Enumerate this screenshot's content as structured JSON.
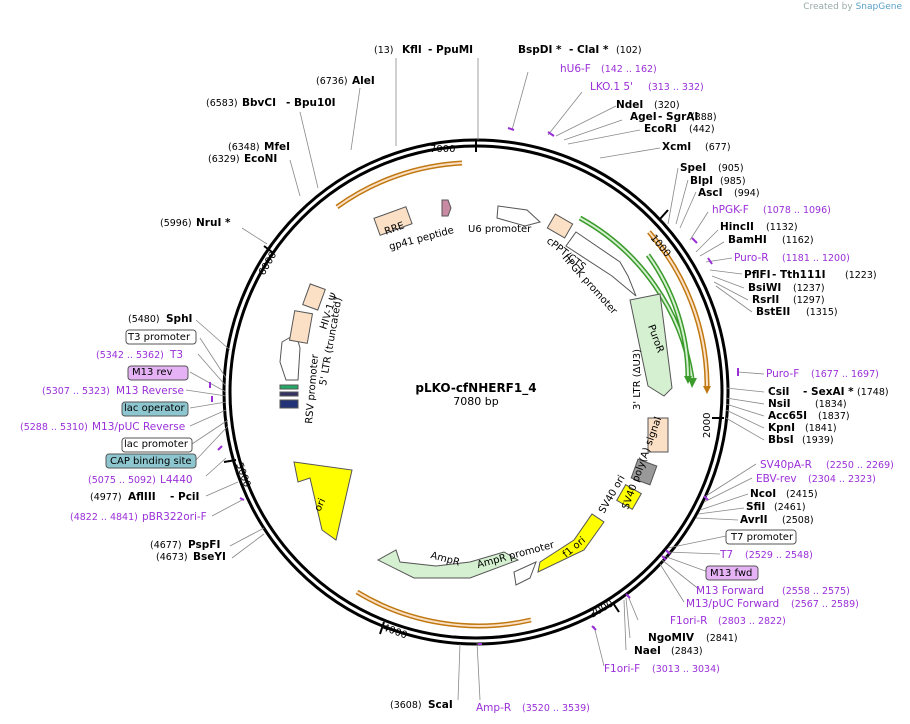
{
  "header": {
    "created_by": "Created by",
    "brand": "SnapGene"
  },
  "plasmid": {
    "name": "pLKO-cfNHERF1_4",
    "size": "7080 bp"
  },
  "ticks": [
    "1000",
    "2000",
    "3000",
    "4000",
    "5000",
    "6000",
    "7000"
  ],
  "colors": {
    "feature": "#fbe0c6",
    "gene_green": "#d4f0d0",
    "ori_yellow": "#ffff00",
    "primer": "#9a2fd8",
    "enzyme": "#000000",
    "promoter_box": "#ffffff",
    "binding_box": "#8dc6cf",
    "m13_box": "#e5b3f5"
  },
  "labels": [
    {
      "t": "(13)",
      "c": "pos"
    },
    {
      "t": "KflI",
      "c": "enz"
    },
    {
      "t": "- PpuMI",
      "c": "enz"
    },
    {
      "t": "BspDI *",
      "c": "enz"
    },
    {
      "t": "- ClaI *",
      "c": "enz"
    },
    {
      "t": "(102)",
      "c": "pos"
    },
    {
      "t": "hU6-F",
      "c": "primer"
    },
    {
      "t": "(142 .. 162)",
      "c": "primerpos"
    },
    {
      "t": "LKO.1 5'",
      "c": "primer"
    },
    {
      "t": "(313 .. 332)",
      "c": "primerpos"
    },
    {
      "t": "NdeI",
      "c": "enz"
    },
    {
      "t": "(320)",
      "c": "pos"
    },
    {
      "t": "AgeI",
      "c": "enz"
    },
    {
      "t": "- SgrAI",
      "c": "enz"
    },
    {
      "t": "(388)",
      "c": "pos"
    },
    {
      "t": "EcoRI",
      "c": "enz"
    },
    {
      "t": "(442)",
      "c": "pos"
    },
    {
      "t": "XcmI",
      "c": "enz"
    },
    {
      "t": "(677)",
      "c": "pos"
    },
    {
      "t": "SpeI",
      "c": "enz"
    },
    {
      "t": "(905)",
      "c": "pos"
    },
    {
      "t": "BlpI",
      "c": "enz"
    },
    {
      "t": "(985)",
      "c": "pos"
    },
    {
      "t": "AscI",
      "c": "enz"
    },
    {
      "t": "(994)",
      "c": "pos"
    },
    {
      "t": "hPGK-F",
      "c": "primer"
    },
    {
      "t": "(1078 .. 1096)",
      "c": "primerpos"
    },
    {
      "t": "HincII",
      "c": "enz"
    },
    {
      "t": "(1132)",
      "c": "pos"
    },
    {
      "t": "BamHI",
      "c": "enz"
    },
    {
      "t": "(1162)",
      "c": "pos"
    },
    {
      "t": "Puro-R",
      "c": "primer"
    },
    {
      "t": "(1181 .. 1200)",
      "c": "primerpos"
    },
    {
      "t": "PflFI",
      "c": "enz"
    },
    {
      "t": "- Tth111I",
      "c": "enz"
    },
    {
      "t": "(1223)",
      "c": "pos"
    },
    {
      "t": "BsiWI",
      "c": "enz"
    },
    {
      "t": "(1237)",
      "c": "pos"
    },
    {
      "t": "RsrII",
      "c": "enz"
    },
    {
      "t": "(1297)",
      "c": "pos"
    },
    {
      "t": "BstEII",
      "c": "enz"
    },
    {
      "t": "(1315)",
      "c": "pos"
    },
    {
      "t": "Puro-F",
      "c": "primer"
    },
    {
      "t": "(1677 .. 1697)",
      "c": "primerpos"
    },
    {
      "t": "CsiI",
      "c": "enz"
    },
    {
      "t": "- SexAI *",
      "c": "enz"
    },
    {
      "t": "(1748)",
      "c": "pos"
    },
    {
      "t": "NsiI",
      "c": "enz"
    },
    {
      "t": "(1834)",
      "c": "pos"
    },
    {
      "t": "Acc65I",
      "c": "enz"
    },
    {
      "t": "(1837)",
      "c": "pos"
    },
    {
      "t": "KpnI",
      "c": "enz"
    },
    {
      "t": "(1841)",
      "c": "pos"
    },
    {
      "t": "BbsI",
      "c": "enz"
    },
    {
      "t": "(1939)",
      "c": "pos"
    },
    {
      "t": "SV40pA-R",
      "c": "primer"
    },
    {
      "t": "(2250 .. 2269)",
      "c": "primerpos"
    },
    {
      "t": "EBV-rev",
      "c": "primer"
    },
    {
      "t": "(2304 .. 2323)",
      "c": "primerpos"
    },
    {
      "t": "NcoI",
      "c": "enz"
    },
    {
      "t": "(2415)",
      "c": "pos"
    },
    {
      "t": "SfiI",
      "c": "enz"
    },
    {
      "t": "(2461)",
      "c": "pos"
    },
    {
      "t": "AvrII",
      "c": "enz"
    },
    {
      "t": "(2508)",
      "c": "pos"
    },
    {
      "t": "T7 promoter",
      "c": "promo"
    },
    {
      "t": "T7",
      "c": "primer"
    },
    {
      "t": "(2529 .. 2548)",
      "c": "primerpos"
    },
    {
      "t": "M13 fwd",
      "c": "m13"
    },
    {
      "t": "M13 Forward",
      "c": "primer"
    },
    {
      "t": "(2558 .. 2575)",
      "c": "primerpos"
    },
    {
      "t": "M13/pUC Forward",
      "c": "primer"
    },
    {
      "t": "(2567 .. 2589)",
      "c": "primerpos"
    },
    {
      "t": "F1ori-R",
      "c": "primer"
    },
    {
      "t": "(2803 .. 2822)",
      "c": "primerpos"
    },
    {
      "t": "NgoMIV",
      "c": "enz"
    },
    {
      "t": "(2841)",
      "c": "pos"
    },
    {
      "t": "NaeI",
      "c": "enz"
    },
    {
      "t": "(2843)",
      "c": "pos"
    },
    {
      "t": "F1ori-F",
      "c": "primer"
    },
    {
      "t": "(3013 .. 3034)",
      "c": "primerpos"
    },
    {
      "t": "Amp-R",
      "c": "primer"
    },
    {
      "t": "(3520 .. 3539)",
      "c": "primerpos"
    },
    {
      "t": "(3608)",
      "c": "pos"
    },
    {
      "t": "ScaI",
      "c": "enz"
    },
    {
      "t": "(4677)",
      "c": "pos"
    },
    {
      "t": "PspFI",
      "c": "enz"
    },
    {
      "t": "(4673)",
      "c": "pos"
    },
    {
      "t": "BseYI",
      "c": "enz"
    },
    {
      "t": "(4822 .. 4841)",
      "c": "primerpos"
    },
    {
      "t": "pBR322ori-F",
      "c": "primer"
    },
    {
      "t": "(4977)",
      "c": "pos"
    },
    {
      "t": "AflIII",
      "c": "enz"
    },
    {
      "t": "- PciI",
      "c": "enz"
    },
    {
      "t": "(5075 .. 5092)",
      "c": "primerpos"
    },
    {
      "t": "L4440",
      "c": "primer"
    },
    {
      "t": "CAP binding site",
      "c": "bind"
    },
    {
      "t": "lac promoter",
      "c": "promo"
    },
    {
      "t": "(5288 .. 5310)",
      "c": "primerpos"
    },
    {
      "t": "M13/pUC Reverse",
      "c": "primer"
    },
    {
      "t": "lac operator",
      "c": "bind"
    },
    {
      "t": "(5307 .. 5323)",
      "c": "primerpos"
    },
    {
      "t": "M13 Reverse",
      "c": "primer"
    },
    {
      "t": "M13 rev",
      "c": "m13"
    },
    {
      "t": "(5342 .. 5362)",
      "c": "primerpos"
    },
    {
      "t": "T3",
      "c": "primer"
    },
    {
      "t": "T3 promoter",
      "c": "promo"
    },
    {
      "t": "(5480)",
      "c": "pos"
    },
    {
      "t": "SphI",
      "c": "enz"
    },
    {
      "t": "(5996)",
      "c": "pos"
    },
    {
      "t": "NruI *",
      "c": "enz"
    },
    {
      "t": "(6329)",
      "c": "pos"
    },
    {
      "t": "EcoNI",
      "c": "enz"
    },
    {
      "t": "(6348)",
      "c": "pos"
    },
    {
      "t": "MfeI",
      "c": "enz"
    },
    {
      "t": "(6583)",
      "c": "pos"
    },
    {
      "t": "BbvCI",
      "c": "enz"
    },
    {
      "t": "- Bpu10I",
      "c": "enz"
    },
    {
      "t": "(6736)",
      "c": "pos"
    },
    {
      "t": "AleI",
      "c": "enz"
    }
  ],
  "features": [
    {
      "t": "RRE",
      "c": "feat"
    },
    {
      "t": "gp41 peptide",
      "c": "feat"
    },
    {
      "t": "U6 promoter",
      "c": "feat"
    },
    {
      "t": "cPPT/CTS",
      "c": "feat"
    },
    {
      "t": "hPGK promoter",
      "c": "feat"
    },
    {
      "t": "PuroR",
      "c": "feat"
    },
    {
      "t": "3' LTR (ΔU3)",
      "c": "feat"
    },
    {
      "t": "SV40 poly(A) signal",
      "c": "feat"
    },
    {
      "t": "SV40 ori",
      "c": "feat"
    },
    {
      "t": "f1 ori",
      "c": "feat"
    },
    {
      "t": "AmpR promoter",
      "c": "feat"
    },
    {
      "t": "AmpR",
      "c": "feat"
    },
    {
      "t": "ori",
      "c": "feat"
    },
    {
      "t": "RSV promoter",
      "c": "feat"
    },
    {
      "t": "5' LTR (truncated)",
      "c": "feat"
    },
    {
      "t": "HIV-1 Ψ",
      "c": "feat"
    }
  ]
}
